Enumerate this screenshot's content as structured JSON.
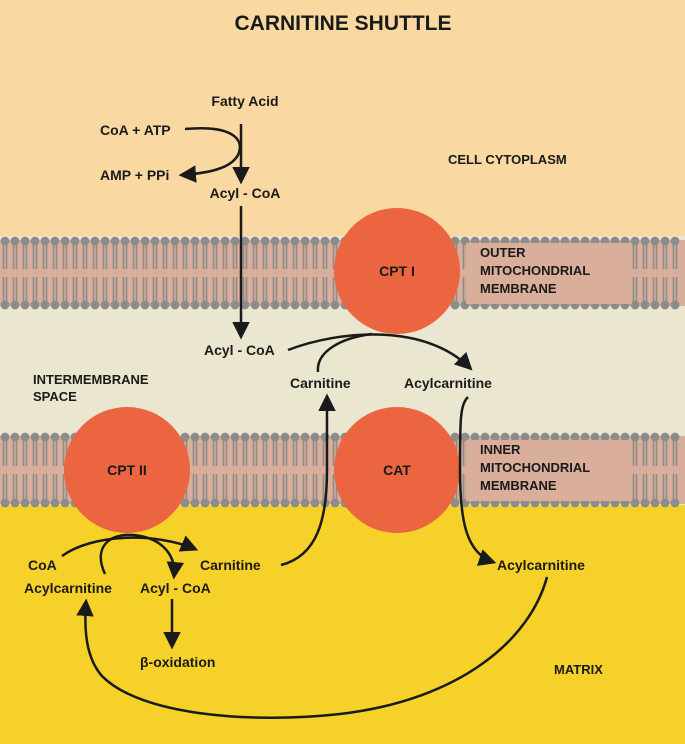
{
  "title": "CARNITINE SHUTTLE",
  "regions": {
    "cytoplasm": "CELL CYTOPLASM",
    "outer_membrane": [
      "OUTER",
      "MITOCHONDRIAL",
      "MEMBRANE"
    ],
    "intermembrane": [
      "INTERMEMBRANE",
      "SPACE"
    ],
    "inner_membrane": [
      "INNER",
      "MITOCHONDRIAL",
      "MEMBRANE"
    ],
    "matrix": "MATRIX"
  },
  "enzymes": {
    "cpt1": "CPT I",
    "cpt2": "CPT II",
    "cat": "CAT"
  },
  "molecules": {
    "fatty_acid": "Fatty Acid",
    "coa_atp": "CoA + ATP",
    "amp_ppi": "AMP + PPi",
    "acyl_coa_cytoplasm": "Acyl - CoA",
    "acyl_coa_intermembrane": "Acyl - CoA",
    "carnitine_intermembrane": "Carnitine",
    "acylcarnitine_intermembrane": "Acylcarnitine",
    "coa_matrix": "CoA",
    "acylcarnitine_matrix_left": "Acylcarnitine",
    "acyl_coa_matrix": "Acyl - CoA",
    "carnitine_matrix": "Carnitine",
    "acylcarnitine_matrix_right": "Acylcarnitine",
    "beta_oxidation": "β-oxidation"
  },
  "colors": {
    "cytoplasm": "#f9d9a1",
    "intermembrane": "#ebe6cf",
    "matrix": "#f6d129",
    "membrane_heads": "#8c8c8c",
    "membrane_band": "#d9ae9a",
    "enzyme": "#ea6540",
    "arrow": "#1a1a1a"
  }
}
